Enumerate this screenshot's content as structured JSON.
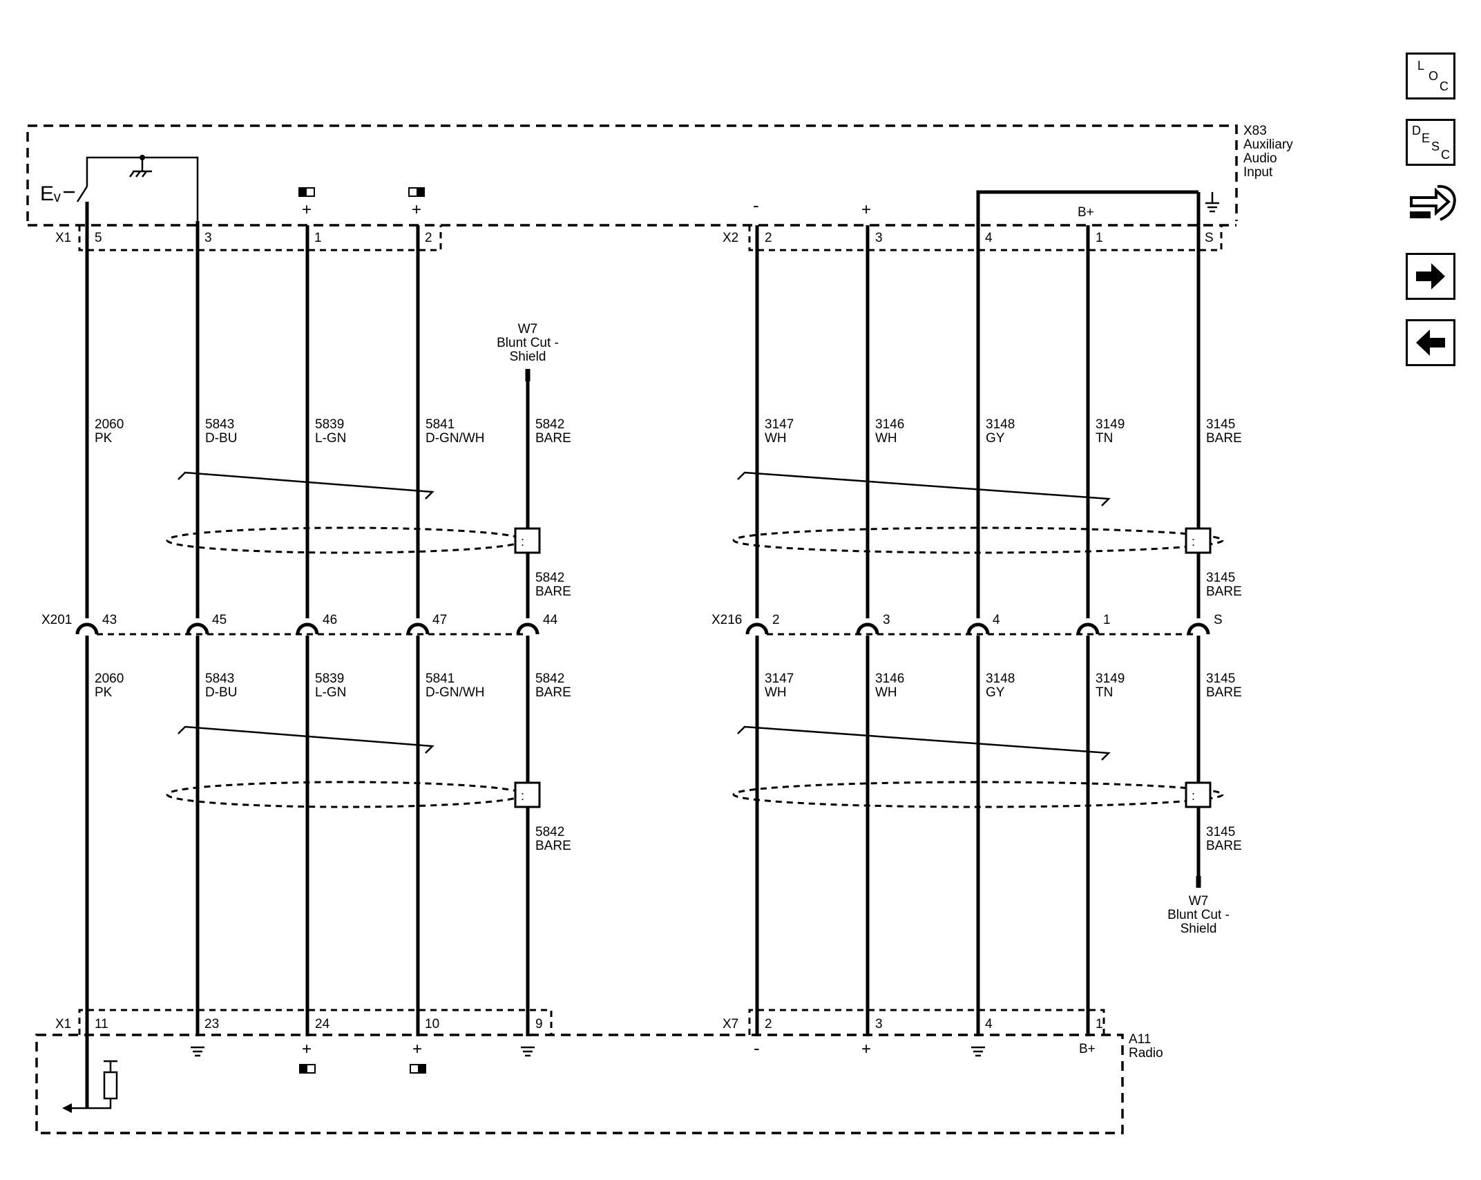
{
  "modules": {
    "x83": {
      "ref": "X83",
      "line1": "Auxiliary",
      "line2": "Audio",
      "line3": "Input"
    },
    "a11": {
      "ref": "A11",
      "name": "Radio"
    }
  },
  "connectors": {
    "x83_x1": "X1",
    "x83_x2": "X2",
    "x201": "X201",
    "x216": "X216",
    "a11_x1": "X1",
    "a11_x7": "X7"
  },
  "pins": {
    "x83_x1": [
      "5",
      "3",
      "1",
      "2"
    ],
    "x83_x2": [
      "2",
      "3",
      "4",
      "1",
      "S"
    ],
    "x201": [
      "43",
      "45",
      "46",
      "47",
      "44"
    ],
    "x216": [
      "2",
      "3",
      "4",
      "1",
      "S"
    ],
    "a11_x1": [
      "11",
      "23",
      "24",
      "10",
      "9"
    ],
    "a11_x7": [
      "2",
      "3",
      "4",
      "1"
    ]
  },
  "circuits_left": [
    {
      "num": "2060",
      "color": "PK"
    },
    {
      "num": "5843",
      "color": "D-BU"
    },
    {
      "num": "5839",
      "color": "L-GN"
    },
    {
      "num": "5841",
      "color": "D-GN/WH"
    },
    {
      "num": "5842",
      "color": "BARE"
    }
  ],
  "circuits_right": [
    {
      "num": "3147",
      "color": "WH"
    },
    {
      "num": "3146",
      "color": "WH"
    },
    {
      "num": "3148",
      "color": "GY"
    },
    {
      "num": "3149",
      "color": "TN"
    },
    {
      "num": "3145",
      "color": "BARE"
    }
  ],
  "shield": {
    "ref": "W7",
    "line1": "Blunt Cut -",
    "line2": "Shield"
  },
  "signs": {
    "plus": "+",
    "minus": "-",
    "battery": "B+",
    "ev": "Eᵥ"
  },
  "side_buttons": [
    {
      "name": "loc",
      "glyphs": [
        "L",
        "O",
        "C"
      ]
    },
    {
      "name": "desc",
      "glyphs": [
        "D",
        "E",
        "S",
        "C"
      ]
    }
  ],
  "side_icons": [
    "connector-swap-icon",
    "arrow-right-icon",
    "arrow-left-icon"
  ]
}
